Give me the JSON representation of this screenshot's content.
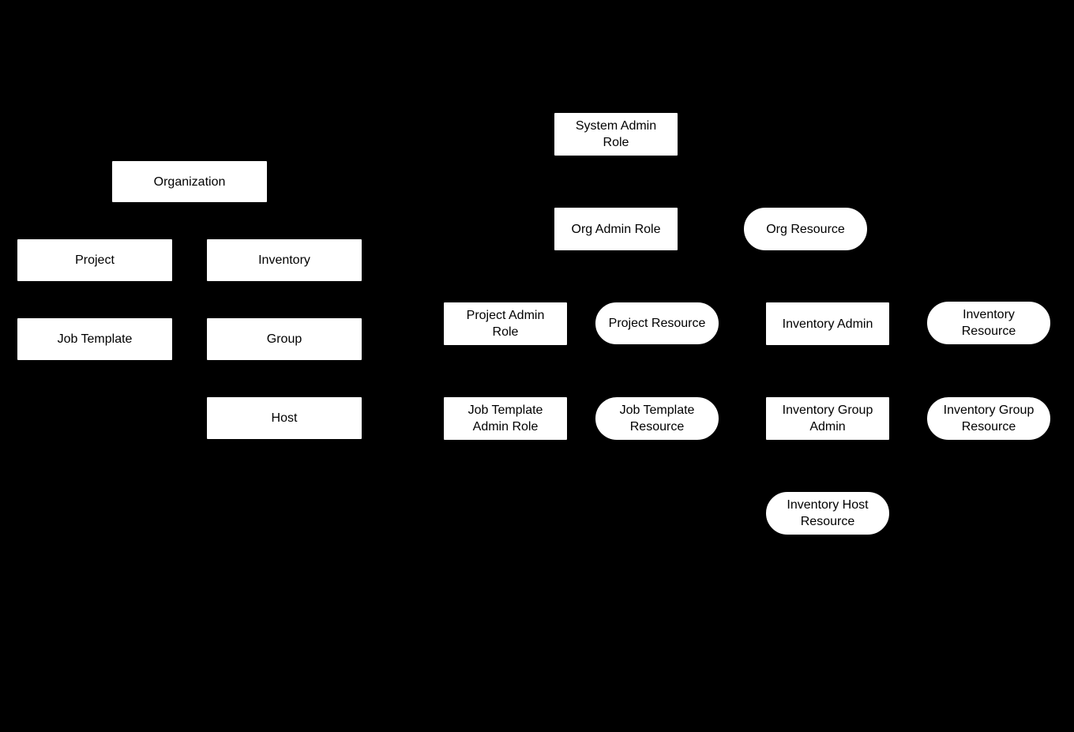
{
  "diagram": {
    "background_color": "#000000",
    "node_fill_color": "#ffffff",
    "node_text_color": "#000000",
    "nodes": {
      "organization": {
        "label": "Organization",
        "shape": "rectangle"
      },
      "project": {
        "label": "Project",
        "shape": "rectangle"
      },
      "inventory": {
        "label": "Inventory",
        "shape": "rectangle"
      },
      "job_template": {
        "label": "Job Template",
        "shape": "rectangle"
      },
      "group": {
        "label": "Group",
        "shape": "rectangle"
      },
      "host": {
        "label": "Host",
        "shape": "rectangle"
      },
      "system_admin_role": {
        "label": "System Admin\nRole",
        "shape": "rectangle"
      },
      "org_admin_role": {
        "label": "Org Admin Role",
        "shape": "rectangle"
      },
      "org_resource": {
        "label": "Org Resource",
        "shape": "rounded"
      },
      "project_admin_role": {
        "label": "Project Admin\nRole",
        "shape": "rectangle"
      },
      "project_resource": {
        "label": "Project Resource",
        "shape": "rounded"
      },
      "inventory_admin": {
        "label": "Inventory Admin",
        "shape": "rectangle"
      },
      "inventory_resource": {
        "label": "Inventory\nResource",
        "shape": "rounded"
      },
      "job_template_admin_role": {
        "label": "Job Template\nAdmin Role",
        "shape": "rectangle"
      },
      "job_template_resource": {
        "label": "Job Template\nResource",
        "shape": "rounded"
      },
      "inventory_group_admin": {
        "label": "Inventory Group\nAdmin",
        "shape": "rectangle"
      },
      "inventory_group_resource": {
        "label": "Inventory Group\nResource",
        "shape": "rounded"
      },
      "inventory_host_resource": {
        "label": "Inventory Host\nResource",
        "shape": "rounded"
      }
    }
  }
}
